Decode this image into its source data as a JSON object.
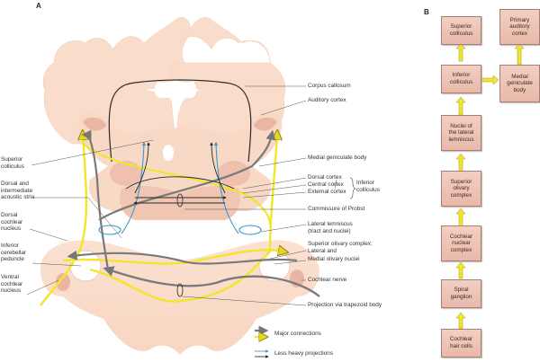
{
  "panel_a": {
    "letter": "A",
    "labels": {
      "corpus_callosum": "Corpus callosum",
      "auditory_cortex": "Auditory cortex",
      "medial_geniculate": "Medial geniculate body",
      "dorsal_cortex": "Dorsal cortex",
      "central_cortex": "Central cortex",
      "external_cortex": "External cortex",
      "inferior_colliculus": "Inferior\ncolliculus",
      "commissure_probst": "Commissure of Probst",
      "lateral_lemniscus": "Lateral lemniscus\n(tract and nuclei)",
      "superior_olivary": "Superior olivary complex:",
      "lateral_and": "Lateral and",
      "medial_olivary": "Medial olivary nuclei",
      "cochlear_nerve": "Cochlear nerve",
      "trapezoid": "Projection via trapezoid body",
      "superior_colliculus": "Superior\ncolliculus",
      "acoustic_stria": "Dorsal and\nintermediate\nacoustic stria",
      "dorsal_cochlear": "Dorsal\ncochlear\nnucleus",
      "inferior_cerebellar": "Inferior\ncerebellar\npeduncle",
      "ventral_cochlear": "Ventral\ncochlear\nnucleus"
    },
    "legend": {
      "major": "Major connections",
      "less_heavy": "Less heavy projections"
    },
    "colors": {
      "tissue_light": "#f9dcc9",
      "tissue_dark": "#ecbfae",
      "gray_tract": "#7a7a7a",
      "yellow_tract": "#f2e52a",
      "blue_tract": "#3a97c9",
      "black_tract": "#2a2a2a"
    }
  },
  "panel_b": {
    "letter": "B",
    "boxes": {
      "superior_colliculus": "Superior\ncolliculus",
      "primary_auditory_cortex": "Primary\nauditory\ncortex",
      "inferior_colliculus": "Inferior\ncolliculus",
      "medial_geniculate": "Medial\ngeniculate\nbody",
      "nuclei_lateral_lemniscus": "Nuclei of\nthe lateral\nlemniscus",
      "superior_olivary": "Superior\nolivary\ncomplex",
      "cochlear_nuclear": "Cochlear\nnuclear\ncomplex",
      "spiral_ganglion": "Spiral\nganglion",
      "cochlear_hair_cells": "Cochlear\nhair cells"
    }
  }
}
